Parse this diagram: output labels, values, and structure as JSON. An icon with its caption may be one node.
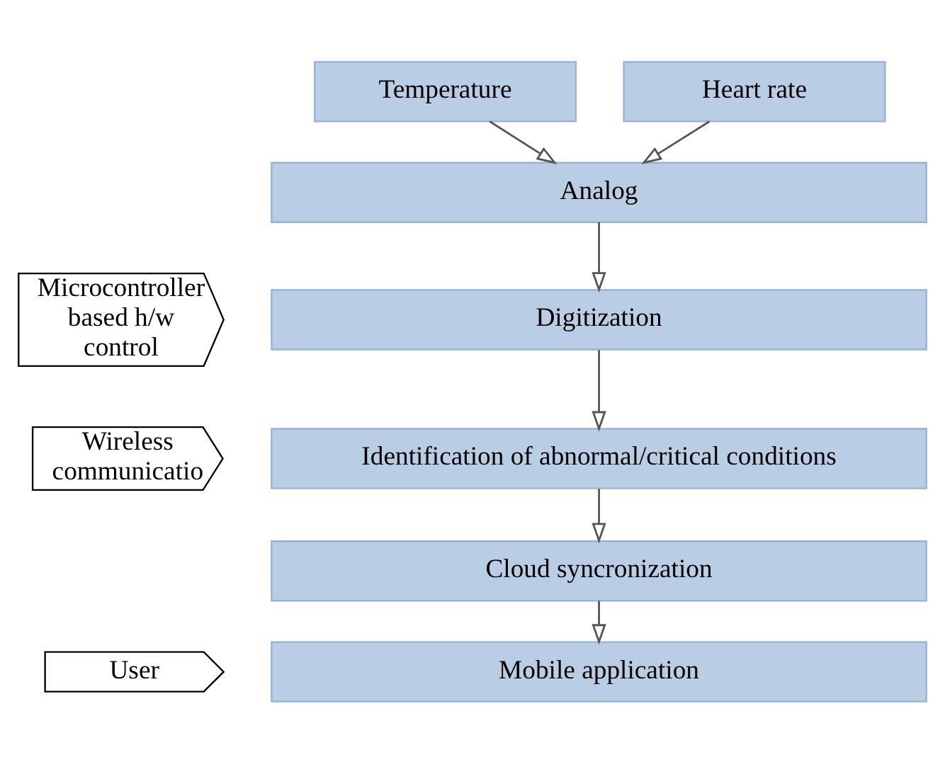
{
  "diagram": {
    "nodes": [
      {
        "text": [
          "Temperature"
        ]
      },
      {
        "text": [
          "Heart rate"
        ]
      },
      {
        "text": [
          "Analog"
        ]
      },
      {
        "text": [
          "Microcontroller based h/w control"
        ]
      },
      {
        "text": [
          "Digitization"
        ]
      },
      {
        "text": [
          "Wireless communicatio"
        ]
      },
      {
        "text": [
          "Identification of abnormal/critical conditions"
        ]
      },
      {
        "text": [
          "Cloud syncronization"
        ]
      },
      {
        "text": [
          "User"
        ]
      },
      {
        "text": [
          "Mobile application"
        ]
      }
    ],
    "edges": [
      {
        "from": 0,
        "to": 2,
        "arrow": "to"
      },
      {
        "from": 1,
        "to": 2,
        "arrow": "to"
      },
      {
        "from": 2,
        "to": 4,
        "arrow": "to"
      },
      {
        "from": 4,
        "to": 6,
        "arrow": "to"
      },
      {
        "from": 6,
        "to": 7,
        "arrow": "to"
      },
      {
        "from": 7,
        "to": 9,
        "arrow": "to"
      }
    ]
  }
}
